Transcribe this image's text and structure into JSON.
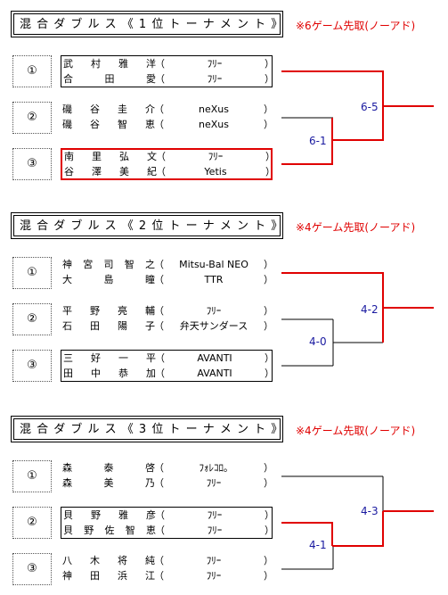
{
  "tournaments": [
    {
      "title": "混 合 ダ ブ ル ス 《 1 位 ト ー ナ メ ン ト 》",
      "note": "※6ゲーム先取(ノーアド)",
      "teams": [
        {
          "seed": "①",
          "players": [
            {
              "name": "武村雅洋",
              "club": "ﾌﾘｰ"
            },
            {
              "name": "合田愛",
              "club": "ﾌﾘｰ"
            }
          ]
        },
        {
          "seed": "②",
          "players": [
            {
              "name": "磯谷圭介",
              "club": "neXus"
            },
            {
              "name": "磯谷智恵",
              "club": "neXus"
            }
          ]
        },
        {
          "seed": "③",
          "players": [
            {
              "name": "南里弘文",
              "club": "ﾌﾘｰ"
            },
            {
              "name": "谷澤美紀",
              "club": "Yetis"
            }
          ]
        }
      ],
      "semi_score": "6-1",
      "final_score": "6-5"
    },
    {
      "title": "混 合 ダ ブ ル ス 《 2 位 ト ー ナ メ ン ト 》",
      "note": "※4ゲーム先取(ノーアド)",
      "teams": [
        {
          "seed": "①",
          "players": [
            {
              "name": "神宮司智之",
              "club": "Mitsu-Bal NEO"
            },
            {
              "name": "大島瞳",
              "club": "TTR"
            }
          ]
        },
        {
          "seed": "②",
          "players": [
            {
              "name": "平野亮輔",
              "club": "ﾌﾘｰ"
            },
            {
              "name": "石田陽子",
              "club": "弁天サンダース"
            }
          ]
        },
        {
          "seed": "③",
          "players": [
            {
              "name": "三好一平",
              "club": "AVANTI"
            },
            {
              "name": "田中恭加",
              "club": "AVANTI"
            }
          ]
        }
      ],
      "semi_score": "4-0",
      "final_score": "4-2"
    },
    {
      "title": "混 合 ダ ブ ル ス 《 3 位 ト ー ナ メ ン ト 》",
      "note": "※4ゲーム先取(ノーアド)",
      "teams": [
        {
          "seed": "①",
          "players": [
            {
              "name": "森泰啓",
              "club": "ﾌｫﾚｺﾛ｡"
            },
            {
              "name": "森美乃",
              "club": "ﾌﾘｰ"
            }
          ]
        },
        {
          "seed": "②",
          "players": [
            {
              "name": "貝野雅彦",
              "club": "ﾌﾘｰ"
            },
            {
              "name": "貝野佐智恵",
              "club": "ﾌﾘｰ"
            }
          ]
        },
        {
          "seed": "③",
          "players": [
            {
              "name": "八木将純",
              "club": "ﾌﾘｰ"
            },
            {
              "name": "神田浜江",
              "club": "ﾌﾘｰ"
            }
          ]
        }
      ],
      "semi_score": "4-1",
      "final_score": "4-3"
    }
  ],
  "bracket_punct": {
    "open": "（",
    "close": "）"
  },
  "colors": {
    "winner_line": "#e00000",
    "loser_line": "#000000",
    "score_text": "#1a1aa0",
    "note_text": "#e00000"
  }
}
